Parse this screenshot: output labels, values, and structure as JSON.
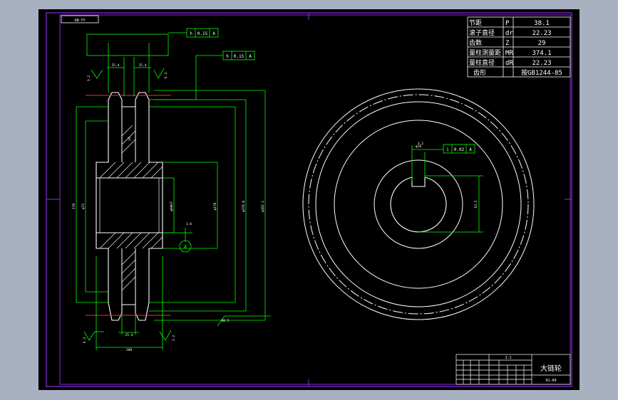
{
  "drawing": {
    "corner_tag": "GB-YY",
    "title": "大链轮",
    "sheet_code": "01-09",
    "scale_code": "1:1"
  },
  "params": [
    {
      "name": "节距",
      "sym": "P",
      "val": "38.1"
    },
    {
      "name": "滚子直径",
      "sym": "dr",
      "val": "22.23"
    },
    {
      "name": "齿数",
      "sym": "Z",
      "val": "29"
    },
    {
      "name": "量柱测量距",
      "sym": "MR",
      "val": "374.1"
    },
    {
      "name": "量柱直径",
      "sym": "dR",
      "val": "22.23"
    },
    {
      "name": "齿形",
      "sym": "",
      "val": "按GB1244-85"
    }
  ],
  "tolerances": {
    "tol1_sym": "h",
    "tol1_val": "0.15",
    "tol1_ref": "A",
    "tol2_sym": "h",
    "tol2_val": "0.15",
    "tol2_ref": "A",
    "tol3_sym": "i",
    "tol3_val": "0.02",
    "tol3_ref": "A"
  },
  "dims": {
    "d_top_left": "25.4",
    "d_top_right": "25.4",
    "d_bottom": "25.4",
    "d_bottom_width": "200",
    "d_hub_len": "178",
    "d_hub_inner": "φ72",
    "d_bore": "φ60H7",
    "d_170": "φ170",
    "d_top": "φ378.0",
    "d_outer": "φ382.1",
    "d_keyway": "φ18",
    "d_keyway_depth": "63.5",
    "d_key_small": "18",
    "rough_a": "3.2",
    "rough_b": "6.3",
    "rough_c": "1.6",
    "rough_d": "6.3",
    "rough_e": "3.2",
    "rough_f": "3.2",
    "datum_label": "A",
    "leader_note": "R0.5"
  },
  "colors": {
    "frame": "#8a2be2",
    "line": "#ffffff",
    "dim": "#00ff00",
    "center": "#ff2a2a"
  }
}
